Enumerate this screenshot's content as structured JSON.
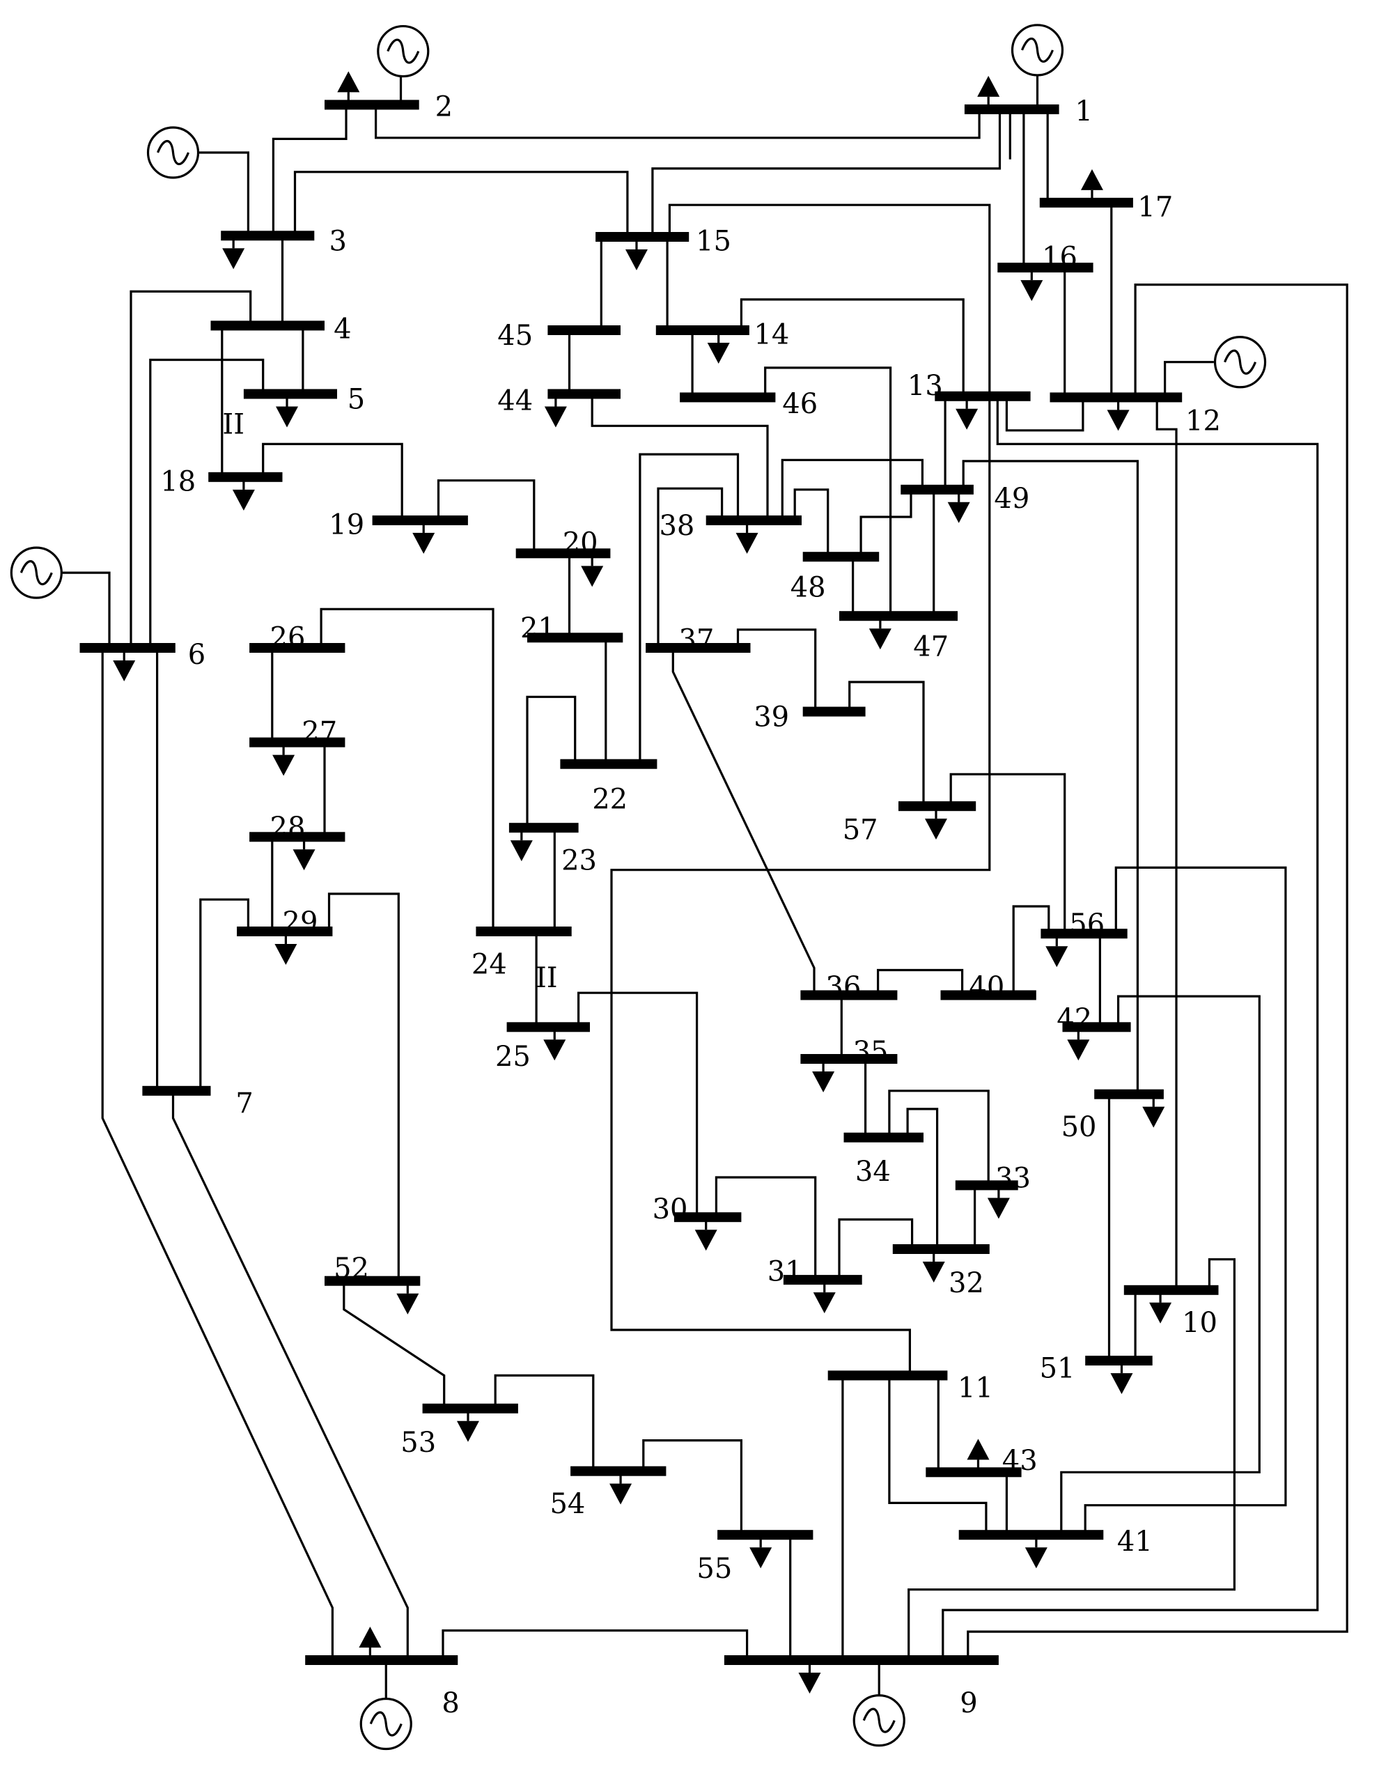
{
  "diagram": {
    "buses": [
      {
        "id": "1",
        "label": "1"
      },
      {
        "id": "2",
        "label": "2"
      },
      {
        "id": "3",
        "label": "3"
      },
      {
        "id": "4",
        "label": "4"
      },
      {
        "id": "5",
        "label": "5"
      },
      {
        "id": "6",
        "label": "6"
      },
      {
        "id": "7",
        "label": "7"
      },
      {
        "id": "8",
        "label": "8"
      },
      {
        "id": "9",
        "label": "9"
      },
      {
        "id": "10",
        "label": "10"
      },
      {
        "id": "11",
        "label": "11"
      },
      {
        "id": "12",
        "label": "12"
      },
      {
        "id": "13",
        "label": "13"
      },
      {
        "id": "14",
        "label": "14"
      },
      {
        "id": "15",
        "label": "15"
      },
      {
        "id": "16",
        "label": "16"
      },
      {
        "id": "17",
        "label": "17"
      },
      {
        "id": "18",
        "label": "18"
      },
      {
        "id": "19",
        "label": "19"
      },
      {
        "id": "20",
        "label": "20"
      },
      {
        "id": "21",
        "label": "21"
      },
      {
        "id": "22",
        "label": "22"
      },
      {
        "id": "23",
        "label": "23"
      },
      {
        "id": "24",
        "label": "24"
      },
      {
        "id": "25",
        "label": "25"
      },
      {
        "id": "26",
        "label": "26"
      },
      {
        "id": "27",
        "label": "27"
      },
      {
        "id": "28",
        "label": "28"
      },
      {
        "id": "29",
        "label": "29"
      },
      {
        "id": "30",
        "label": "30"
      },
      {
        "id": "31",
        "label": "31"
      },
      {
        "id": "32",
        "label": "32"
      },
      {
        "id": "33",
        "label": "33"
      },
      {
        "id": "34",
        "label": "34"
      },
      {
        "id": "35",
        "label": "35"
      },
      {
        "id": "36",
        "label": "36"
      },
      {
        "id": "37",
        "label": "37"
      },
      {
        "id": "38",
        "label": "38"
      },
      {
        "id": "39",
        "label": "39"
      },
      {
        "id": "40",
        "label": "40"
      },
      {
        "id": "41",
        "label": "41"
      },
      {
        "id": "42",
        "label": "42"
      },
      {
        "id": "43",
        "label": "43"
      },
      {
        "id": "44",
        "label": "44"
      },
      {
        "id": "45",
        "label": "45"
      },
      {
        "id": "46",
        "label": "46"
      },
      {
        "id": "47",
        "label": "47"
      },
      {
        "id": "48",
        "label": "48"
      },
      {
        "id": "49",
        "label": "49"
      },
      {
        "id": "50",
        "label": "50"
      },
      {
        "id": "51",
        "label": "51"
      },
      {
        "id": "52",
        "label": "52"
      },
      {
        "id": "53",
        "label": "53"
      },
      {
        "id": "54",
        "label": "54"
      },
      {
        "id": "55",
        "label": "55"
      },
      {
        "id": "56",
        "label": "56"
      },
      {
        "id": "57",
        "label": "57"
      }
    ],
    "transformer_marks": [
      {
        "id": "t4-18",
        "label": "II"
      },
      {
        "id": "t24-25",
        "label": "II"
      }
    ],
    "generators": [
      "1",
      "2",
      "3",
      "6",
      "8",
      "9",
      "12"
    ],
    "icons": {
      "generator": "generator-icon",
      "load": "load-arrow-icon",
      "injection": "injection-arrow-icon"
    }
  }
}
